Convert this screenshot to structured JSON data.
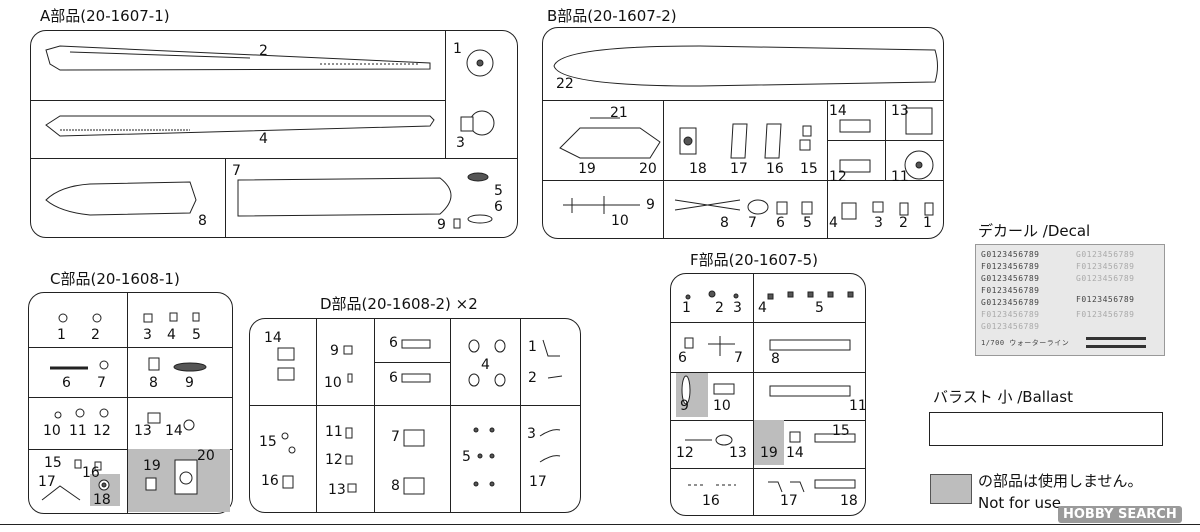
{
  "sprue_a": {
    "title": "A部品(20-1607-1)",
    "labels": [
      "1",
      "2",
      "3",
      "4",
      "5",
      "6",
      "7",
      "8",
      "9"
    ]
  },
  "sprue_b": {
    "title": "B部品(20-1607-2)",
    "labels": [
      "22",
      "21",
      "19",
      "20",
      "18",
      "17",
      "16",
      "15",
      "14",
      "13",
      "12",
      "11",
      "10",
      "9",
      "8",
      "7",
      "6",
      "5",
      "4",
      "3",
      "2",
      "1"
    ]
  },
  "sprue_c": {
    "title": "C部品(20-1608-1)",
    "labels": [
      "1",
      "2",
      "3",
      "4",
      "5",
      "6",
      "7",
      "8",
      "9",
      "10",
      "11",
      "12",
      "13",
      "14",
      "15",
      "16",
      "17",
      "18",
      "19",
      "20"
    ]
  },
  "sprue_d": {
    "title": "D部品(20-1608-2) ×2",
    "labels": [
      "14",
      "15",
      "16",
      "9",
      "10",
      "11",
      "12",
      "13",
      "6",
      "6",
      "7",
      "8",
      "4",
      "5",
      "1",
      "2",
      "3",
      "17"
    ]
  },
  "sprue_f": {
    "title": "F部品(20-1607-5)",
    "labels": [
      "1",
      "2",
      "3",
      "4",
      "5",
      "6",
      "7",
      "8",
      "9",
      "10",
      "11",
      "12",
      "13",
      "19",
      "14",
      "15",
      "16",
      "17",
      "18"
    ]
  },
  "decal": {
    "title": "デカール /Decal",
    "rows": [
      "G0123456789",
      "F0123456789",
      "G0123456789",
      "F0123456789",
      "G0123456789",
      "F0123456789",
      "G0123456789",
      "F0123456789"
    ],
    "rows_right": [
      "G0123456789",
      "F0123456789",
      "G0123456789",
      "F0123456789"
    ],
    "caption": "1/700 ウォーターライン"
  },
  "ballast": {
    "title": "バラスト 小 /Ballast"
  },
  "legend": {
    "text_jp": "の部品は使用しません。",
    "text_en": "Not for use"
  },
  "watermark": "HOBBY SEARCH",
  "colors": {
    "unused_shade": "#bdbdbd",
    "line": "#222222"
  }
}
